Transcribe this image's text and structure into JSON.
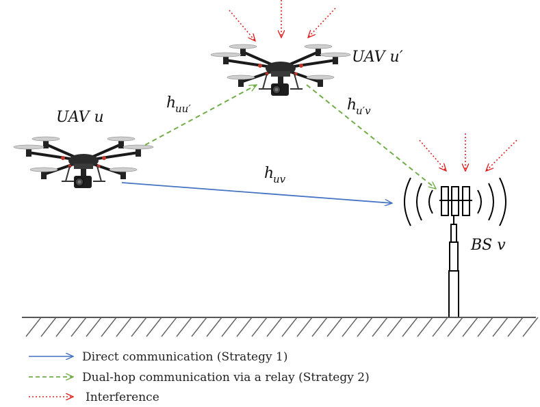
{
  "labels": {
    "uav_u": "UAV u",
    "uav_u_prime": "UAV u′",
    "bs_v": "BS v",
    "h_uu_main": "h",
    "h_uu_sub": "uu′",
    "h_uv_main": "h",
    "h_uv_sub": "uv",
    "h_upv_main": "h",
    "h_upv_sub": "u′v"
  },
  "legend": [
    {
      "style": "solid",
      "color": "#4472c4",
      "label": "Direct communication (Strategy 1)"
    },
    {
      "style": "dashed",
      "color": "#70ad47",
      "label": "Dual-hop communication via a relay (Strategy 2)"
    },
    {
      "style": "dotted",
      "color": "#e02020",
      "label": "Interference"
    }
  ],
  "colors": {
    "direct": "#4472c4",
    "relay": "#70ad47",
    "interference": "#e02020",
    "ground": "#555555"
  }
}
